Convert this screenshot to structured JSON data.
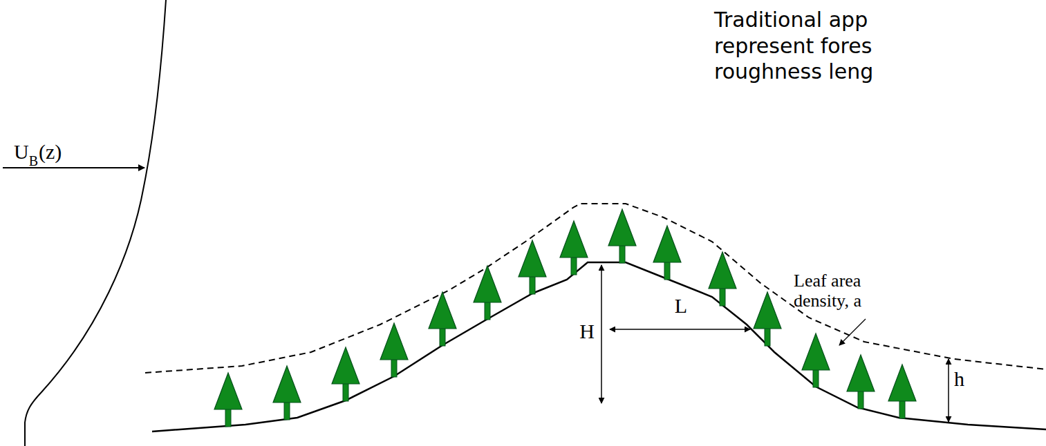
{
  "diagram": {
    "labels": [
      "U",
      "B",
      "(z)",
      "H",
      "L",
      "Leaf area density, a",
      "h",
      "Traditional app represent fores roughness leng"
    ]
  }
}
